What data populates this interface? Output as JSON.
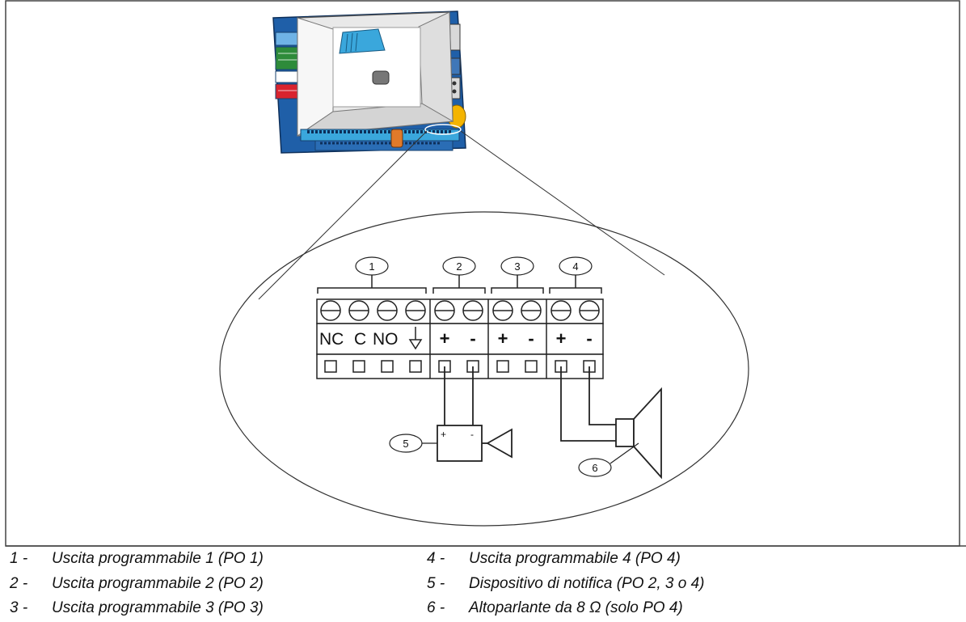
{
  "callouts": [
    "1",
    "2",
    "3",
    "4",
    "5",
    "6"
  ],
  "terminals": {
    "po1": [
      "NC",
      "C",
      "NO"
    ],
    "po2": [
      "+",
      "-"
    ],
    "po3": [
      "+",
      "-"
    ],
    "po4": [
      "+",
      "-"
    ]
  },
  "device_polarity": [
    "+",
    "-"
  ],
  "legend": [
    {
      "num": "1 -",
      "text": "Uscita programmabile 1 (PO 1)"
    },
    {
      "num": "2 -",
      "text": "Uscita programmabile 2 (PO 2)"
    },
    {
      "num": "3 -",
      "text": "Uscita programmabile 3 (PO 3)"
    },
    {
      "num": "4 -",
      "text": "Uscita programmabile 4 (PO 4)"
    },
    {
      "num": "5 -",
      "text": "Dispositivo di notifica (PO 2, 3 o 4)"
    },
    {
      "num": "6 -",
      "text": "Altoparlante da 8 Ω (solo PO 4)"
    }
  ],
  "colors": {
    "board_blue": "#1f5fa8",
    "panel_grey": "#e9e9e9",
    "connector_blue": "#3aa7dc",
    "knob_yellow": "#f4b400",
    "led_green": "#2e8b3a",
    "led_red": "#d9232e",
    "orange_part": "#e07a2a"
  }
}
